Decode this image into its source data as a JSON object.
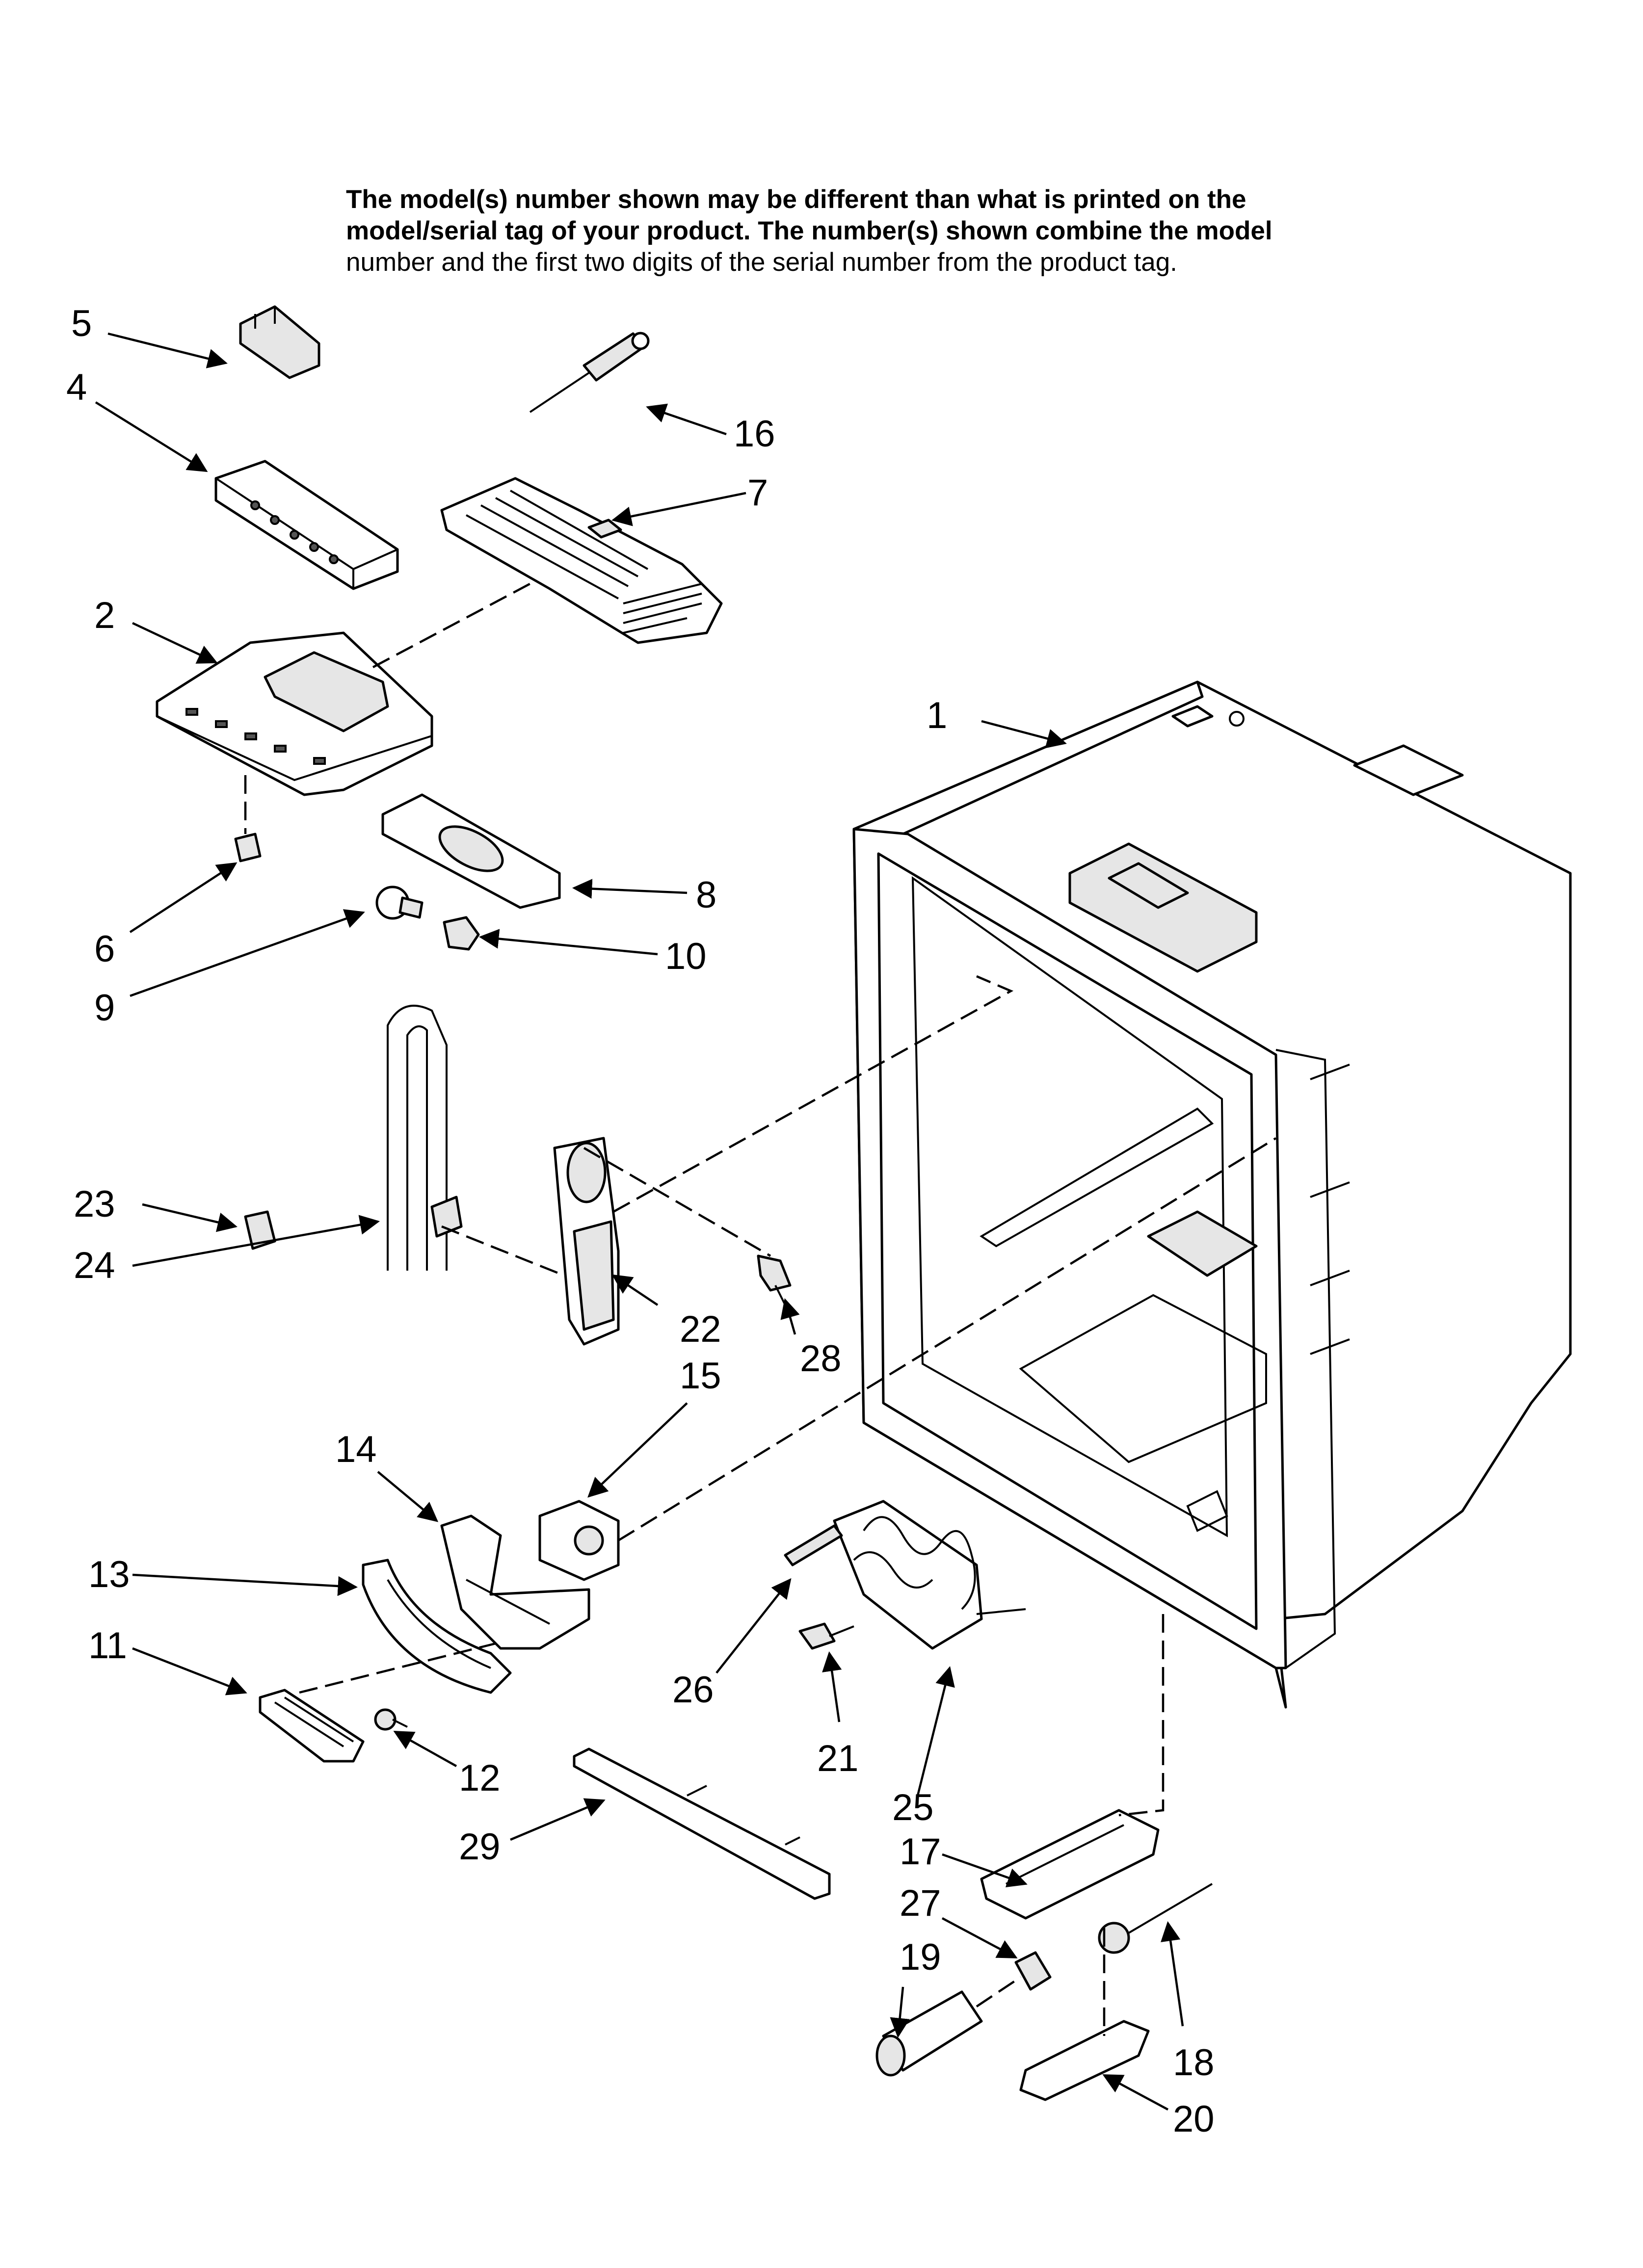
{
  "notice": {
    "line1": "The model(s) number shown may be different than what is printed on the",
    "line2": "model/serial tag of your product. The number(s) shown combine the model",
    "line3": "number and the first two digits of the serial number from the product tag."
  },
  "callouts": [
    "1",
    "2",
    "4",
    "5",
    "6",
    "7",
    "8",
    "9",
    "10",
    "11",
    "12",
    "13",
    "14",
    "15",
    "16",
    "17",
    "18",
    "19",
    "20",
    "21",
    "22",
    "23",
    "24",
    "25",
    "26",
    "27",
    "28",
    "29"
  ]
}
